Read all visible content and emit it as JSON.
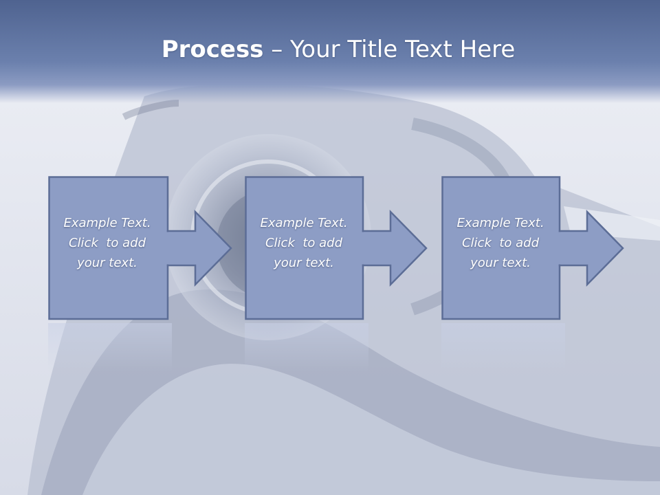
{
  "title": {
    "bold": "Process",
    "rest": " – Your Title Text Here"
  },
  "steps": [
    {
      "line1": "Example Text.",
      "line2": "Click  to add",
      "line3": "your text."
    },
    {
      "line1": "Example Text.",
      "line2": "Click  to add",
      "line3": "your text."
    },
    {
      "line1": "Example Text.",
      "line2": "Click  to add",
      "line3": "your text."
    }
  ],
  "colors": {
    "title_band": "#5b6f9c",
    "step_fill": "#8d9dc5",
    "step_border": "#5c6d96",
    "text": "#ffffff"
  }
}
